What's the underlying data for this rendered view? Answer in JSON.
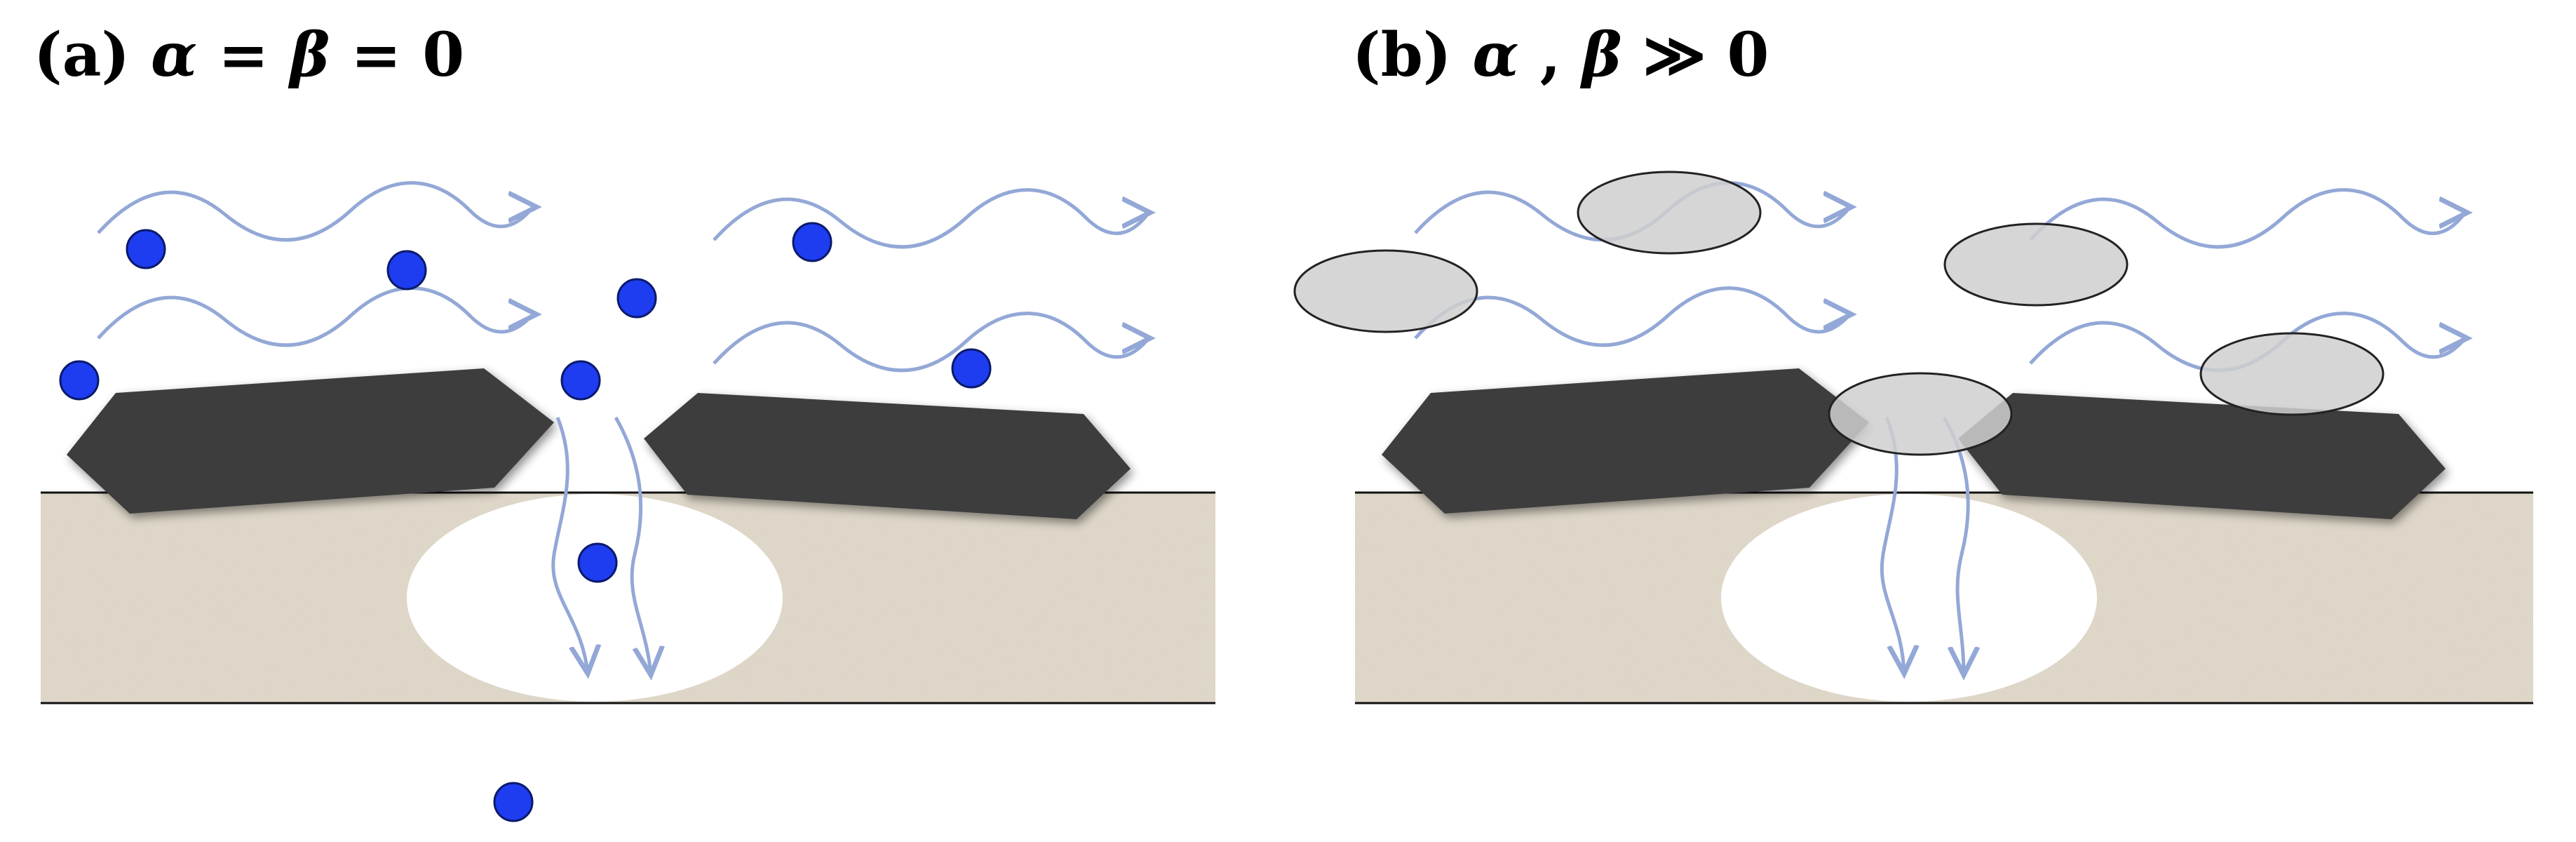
{
  "panels": [
    {
      "id": "a",
      "label": {
        "prefix": "(a) ",
        "sym1": "α",
        "mid": " = ",
        "sym2": "β",
        "suffix": " = 0"
      }
    },
    {
      "id": "b",
      "label": {
        "prefix": "(b) ",
        "sym1": "α",
        "mid": " , ",
        "sym2": "β",
        "suffix": " ≫ 0"
      }
    }
  ],
  "colors": {
    "particle": "#1e3cf0",
    "particle_stroke": "#0a1a6a",
    "blob": "#cfcfcf",
    "blob_stroke": "#222222",
    "flake": "#3d3d3d",
    "flow_arrow": "#93a8d6",
    "substrate": "#e2dbcd",
    "pore": "#ffffff",
    "outline": "#111111"
  }
}
